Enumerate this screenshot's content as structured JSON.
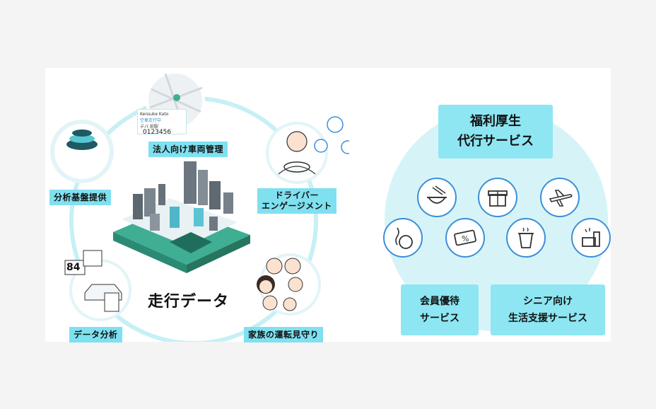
{
  "left": {
    "center_label": "走行データ",
    "corporate_label": "法人向け車両管理",
    "driver_label_line1": "ドライバー",
    "driver_label_line2": "エンゲージメント",
    "analysis_base_label": "分析基盤提供",
    "data_analysis_label": "データ分析",
    "family_label": "家族の運転見守り",
    "gauge_value": "84",
    "map_card_name": "Kensuke Kato",
    "map_card_status": "空車走行中",
    "map_card_place": "デパ 前駅",
    "map_card_number": "0123456"
  },
  "right": {
    "title_line1": "福利厚生",
    "title_line2": "代行サービス",
    "member_line1": "会員優待",
    "member_line2": "サービス",
    "senior_line1": "シニア向け",
    "senior_line2": "生活支援サービス",
    "icons": [
      "ramen-icon",
      "gift-icon",
      "airplane-icon",
      "bowling-icon",
      "coupon-icon",
      "drink-icon",
      "cleaning-icon"
    ]
  },
  "colors": {
    "accent": "#7fe0f0",
    "ring": "#bff0f5",
    "icon_stroke": "#3b8fd9"
  }
}
